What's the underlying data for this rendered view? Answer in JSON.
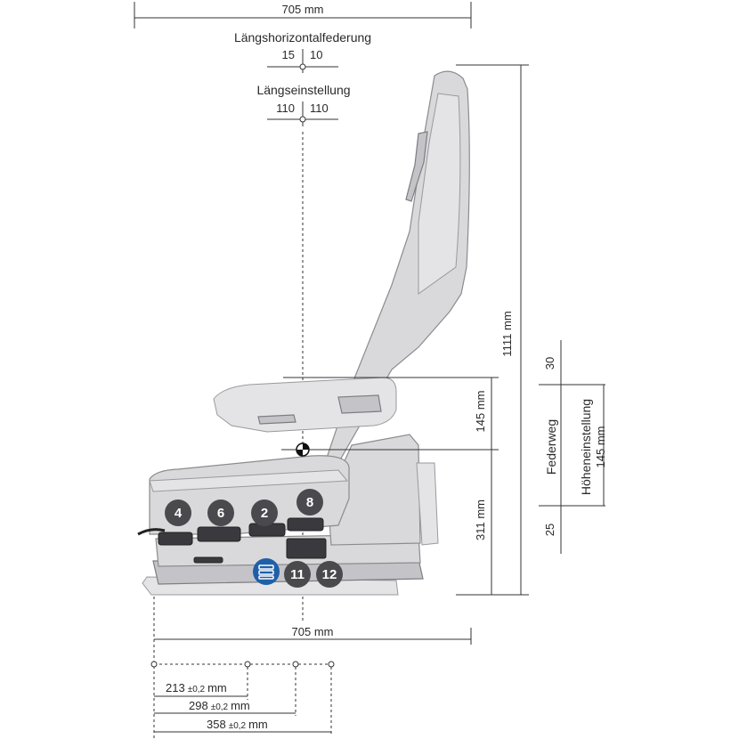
{
  "top_width": "705 mm",
  "bottom_width": "705 mm",
  "longitudinal_suspension": {
    "label": "Längshorizontalfederung",
    "left": "15",
    "right": "10"
  },
  "longitudinal_adjustment": {
    "label": "Längseinstellung",
    "left": "110",
    "right": "110"
  },
  "total_height": "1111 mm",
  "armrest_height": "145 mm",
  "seat_height": "311 mm",
  "suspension_travel": {
    "label": "Federweg",
    "top": "30",
    "bottom": "25"
  },
  "height_adjustment": {
    "label": "Höheneinstellung",
    "value": "145 mm"
  },
  "badges": [
    {
      "label": "4",
      "color": "#4a4a4e"
    },
    {
      "label": "6",
      "color": "#4a4a4e"
    },
    {
      "label": "2",
      "color": "#4a4a4e"
    },
    {
      "label": "8",
      "color": "#4a4a4e"
    },
    {
      "label": "11",
      "color": "#4a4a4e"
    },
    {
      "label": "12",
      "color": "#4a4a4e"
    }
  ],
  "active_control": {
    "icon": "seat-heating-icon",
    "color": "#1f5fa8"
  },
  "mounting": {
    "d1": {
      "value": "213",
      "tol": "±0,2",
      "unit": "mm"
    },
    "d2": {
      "value": "298",
      "tol": "±0,2",
      "unit": "mm"
    },
    "d3": {
      "value": "358",
      "tol": "±0,2",
      "unit": "mm"
    }
  }
}
